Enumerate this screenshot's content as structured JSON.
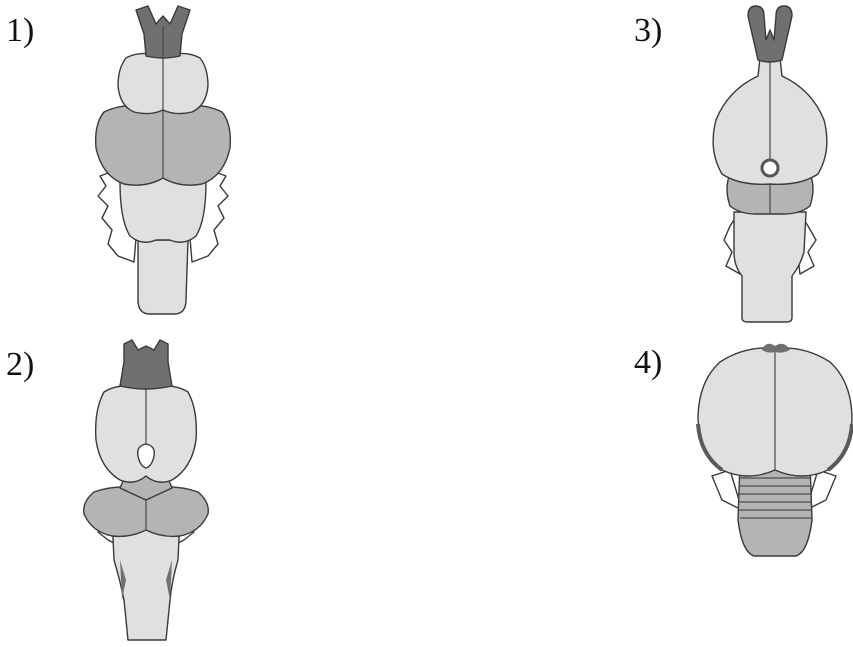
{
  "watermark": "",
  "figures": [
    {
      "number_label": "1)"
    },
    {
      "number_label": "2)"
    },
    {
      "number_label": "3)"
    },
    {
      "number_label": "4)"
    }
  ],
  "colors": {
    "light_gray": "#e0e0e0",
    "mid_gray": "#b4b4b4",
    "dark_gray": "#707070",
    "outline": "#3a3a3a"
  }
}
